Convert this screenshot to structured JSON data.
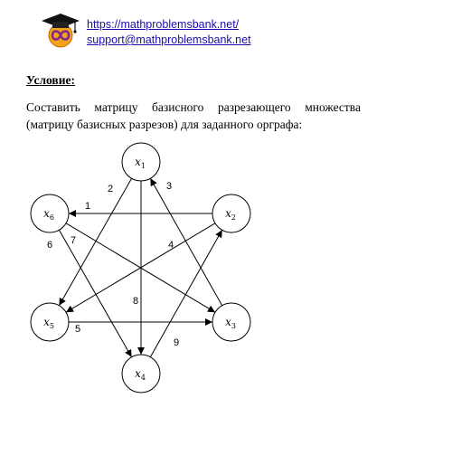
{
  "header": {
    "site_link": "https://mathproblemsbank.net/",
    "email_link": "support@mathproblemsbank.net"
  },
  "condition": {
    "title": "Условие:",
    "text": "Составить матрицу базисного разрезающего множества (матрицу базисных разрезов) для заданного орграфа:"
  },
  "graph": {
    "nodes": [
      {
        "id": "x1",
        "letter": "x",
        "sub": "1"
      },
      {
        "id": "x2",
        "letter": "x",
        "sub": "2"
      },
      {
        "id": "x3",
        "letter": "x",
        "sub": "3"
      },
      {
        "id": "x4",
        "letter": "x",
        "sub": "4"
      },
      {
        "id": "x5",
        "letter": "x",
        "sub": "5"
      },
      {
        "id": "x6",
        "letter": "x",
        "sub": "6"
      }
    ],
    "edges": [
      {
        "label": "1",
        "from": "x2",
        "to": "x6"
      },
      {
        "label": "2",
        "from": "x1",
        "to": "x5"
      },
      {
        "label": "3",
        "from": "x3",
        "to": "x1"
      },
      {
        "label": "4",
        "from": "x2",
        "to": "x5"
      },
      {
        "label": "5",
        "from": "x5",
        "to": "x3"
      },
      {
        "label": "6",
        "from": "x6",
        "to": "x4"
      },
      {
        "label": "7",
        "from": "x6",
        "to": "x3"
      },
      {
        "label": "8",
        "from": "x1",
        "to": "x4"
      },
      {
        "label": "9",
        "from": "x4",
        "to": "x2"
      }
    ]
  }
}
